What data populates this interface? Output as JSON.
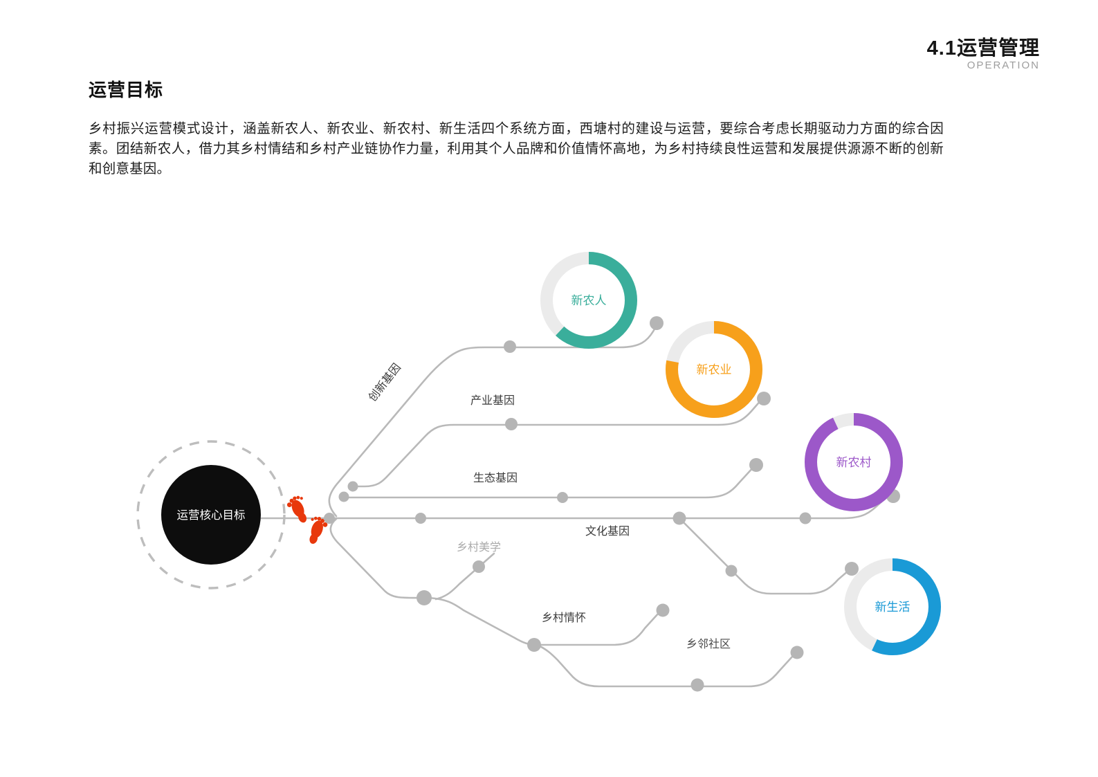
{
  "header": {
    "section_title": "4.1运营管理",
    "section_subtitle": "OPERATION"
  },
  "content": {
    "heading": "运营目标",
    "paragraph": "乡村振兴运营模式设计，涵盖新农人、新农业、新农村、新生活四个系统方面，西塘村的建设与运营，要综合考虑长期驱动力方面的综合因素。团结新农人，借力其乡村情结和乡村产业链协作力量，利用其个人品牌和价值情怀高地，为乡村持续良性运营和发展提供源源不断的创新和创意基因。"
  },
  "diagram": {
    "core": {
      "label": "运营核心目标",
      "fill": "#0d0d0d"
    },
    "footprint_color": "#e8380c",
    "line_color": "#b9b9b9",
    "rings": [
      {
        "label": "新农人",
        "color": "#3aae9b",
        "percent": 62
      },
      {
        "label": "新农业",
        "color": "#f7a01b",
        "percent": 78
      },
      {
        "label": "新农村",
        "color": "#9c58c9",
        "percent": 93
      },
      {
        "label": "新生活",
        "color": "#1a9ad6",
        "percent": 57
      }
    ],
    "branches": [
      {
        "label": "创新基因"
      },
      {
        "label": "产业基因"
      },
      {
        "label": "生态基因"
      },
      {
        "label": "文化基因"
      },
      {
        "label": "乡村美学"
      },
      {
        "label": "乡村情怀"
      },
      {
        "label": "乡邻社区"
      }
    ]
  }
}
